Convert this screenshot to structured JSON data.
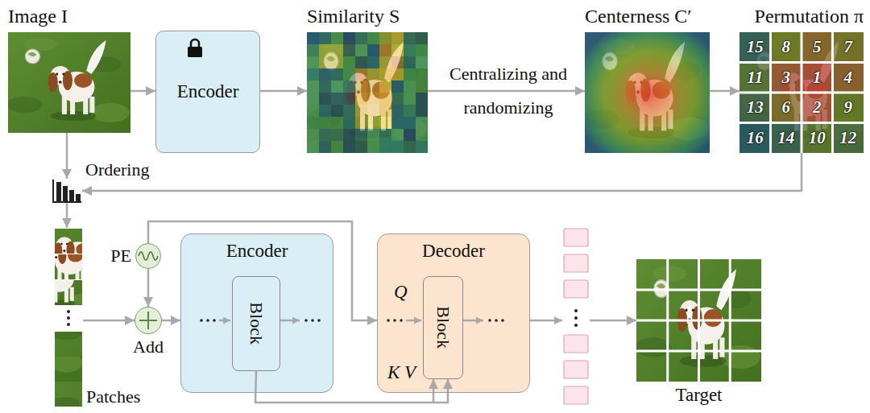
{
  "diagram": {
    "nodes": [
      {
        "text": [
          "Image I"
        ]
      },
      {
        "text": [
          "Encoder"
        ]
      },
      {
        "text": [
          "Similarity S"
        ]
      },
      {
        "text": [
          "Centerness C′"
        ]
      },
      {
        "text": [
          "Permutation π"
        ]
      },
      {
        "text": [
          "Ordering"
        ]
      },
      {
        "text": [
          "Patches"
        ]
      },
      {
        "text": [
          "PE"
        ]
      },
      {
        "text": [
          "Add"
        ]
      },
      {
        "text": [
          "Encoder"
        ]
      },
      {
        "text": [
          "Block"
        ],
        "in": 9
      },
      {
        "text": [
          "Decoder"
        ]
      },
      {
        "text": [
          "Block"
        ],
        "in": 11
      },
      {
        "text": [
          "Target"
        ]
      }
    ],
    "edges": [
      {
        "from": 0,
        "to": 1,
        "arrow": "to"
      },
      {
        "from": 1,
        "to": 2,
        "arrow": "to"
      },
      {
        "from": 2,
        "to": 3,
        "label": "Centralizing and randomizing",
        "arrow": "to"
      },
      {
        "from": 3,
        "to": 4,
        "arrow": "to"
      },
      {
        "from": 4,
        "to": 5,
        "arrow": "to"
      },
      {
        "from": 0,
        "to": 5,
        "arrow": "to"
      },
      {
        "from": 5,
        "to": 6,
        "arrow": "to"
      },
      {
        "from": 6,
        "to": 8,
        "arrow": "to"
      },
      {
        "from": 7,
        "to": 8,
        "arrow": "to"
      },
      {
        "from": 7,
        "to": 11,
        "arrow": "to"
      },
      {
        "from": 8,
        "to": 9,
        "arrow": "to"
      },
      {
        "from": 10,
        "to": 12,
        "arrow": "to"
      },
      {
        "from": 11,
        "to": 13,
        "arrow": "to"
      }
    ],
    "labels": [
      "Q",
      "K V",
      "15",
      "8",
      "5",
      "7",
      "11",
      "3",
      "1",
      "4",
      "13",
      "6",
      "2",
      "9",
      "16",
      "14",
      "10",
      "12"
    ]
  }
}
